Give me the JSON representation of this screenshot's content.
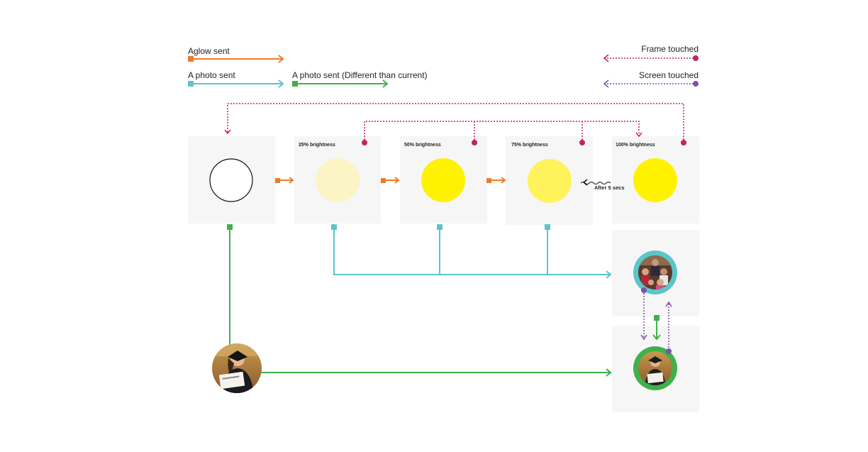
{
  "legend": {
    "aglow_sent": "Aglow sent",
    "photo_sent": "A photo sent",
    "photo_sent_different": "A photo sent (Different than current)",
    "frame_touched": "Frame touched",
    "screen_touched": "Screen touched"
  },
  "states": {
    "off": "",
    "b25": "25% brightness",
    "b50": "50% brightness",
    "b75": "75% brightness",
    "b100": "100% brightness"
  },
  "notes": {
    "after_5_secs": "After 5 secs"
  },
  "colors": {
    "orange": "#ee7b2c",
    "teal": "#5bc5cb",
    "green": "#3fb14b",
    "magenta": "#c0245a",
    "purple": "#7b52ab",
    "panel": "#f6f6f6",
    "glow25": "#fbf4c4",
    "glow50": "#fff200",
    "glow75": "#fff35c",
    "glow100": "#fff200"
  },
  "images": {
    "family_photo": "family-photo",
    "graduate_photo": "graduate-photo"
  }
}
